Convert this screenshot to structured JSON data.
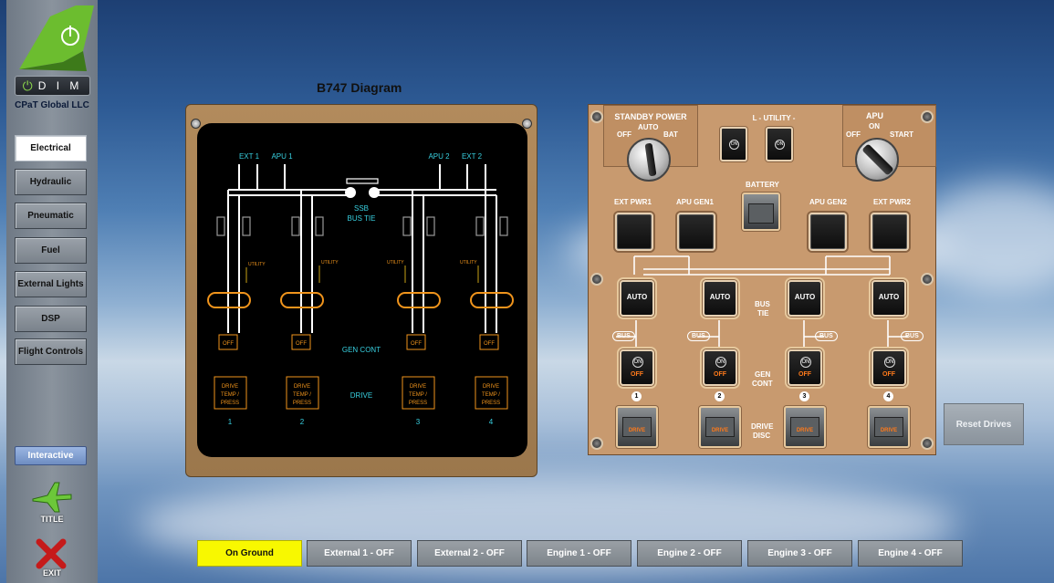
{
  "sidebar": {
    "dim_label": "D I M",
    "company": "CPaT Global LLC",
    "nav": [
      "Electrical",
      "Hydraulic",
      "Pneumatic",
      "Fuel",
      "External Lights",
      "DSP",
      "Flight Controls"
    ],
    "interactive_label": "Interactive",
    "title_label": "TITLE",
    "exit_label": "EXIT"
  },
  "diagram": {
    "title": "B747 Diagram",
    "sources": [
      "EXT 1",
      "APU 1",
      "APU 2",
      "EXT 2"
    ],
    "ssb_label": "SSB",
    "bus_tie_label": "BUS TIE",
    "utility_label": "UTILITY",
    "gen_cont_label": "GEN CONT",
    "drive_label": "DRIVE",
    "off_label": "OFF",
    "drive_box": [
      "DRIVE",
      "TEMP /",
      "PRESS"
    ],
    "engines": [
      "1",
      "2",
      "3",
      "4"
    ]
  },
  "panel": {
    "standby_power": "STANDBY POWER",
    "standby_positions": [
      "OFF",
      "AUTO",
      "BAT"
    ],
    "l_utility": "L - UTILITY -",
    "apu": "APU",
    "apu_positions": [
      "OFF",
      "ON",
      "START"
    ],
    "battery": "BATTERY",
    "top_row": [
      "EXT PWR1",
      "APU GEN1",
      "APU GEN2",
      "EXT PWR2"
    ],
    "auto_label": "AUTO",
    "bus_tie": [
      "BUS",
      "TIE"
    ],
    "bus_tag": "BUS",
    "on_label": "ON",
    "off_label": "OFF",
    "gen_cont": [
      "GEN",
      "CONT"
    ],
    "drive_disc": [
      "DRIVE",
      "DISC"
    ],
    "drive_label": "DRIVE",
    "engine_numbers": [
      "1",
      "2",
      "3",
      "4"
    ]
  },
  "reset_drives": "Reset Drives",
  "bottom_bar": [
    "On Ground",
    "External 1 - OFF",
    "External 2 - OFF",
    "Engine 1 - OFF",
    "Engine 2 - OFF",
    "Engine 3 - OFF",
    "Engine 4 - OFF"
  ],
  "colors": {
    "active_state": "#f8f800",
    "diagram_cyan": "#38d0e0",
    "diagram_orange": "#f0941c",
    "panel_tan": "#c89a6f"
  }
}
